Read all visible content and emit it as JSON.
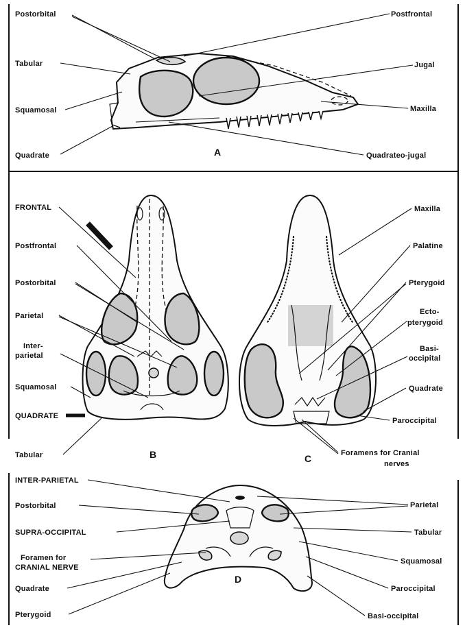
{
  "panels": {
    "a": {
      "letter": "A",
      "labels_left": [
        "Postorbital",
        "Tabular",
        "Squamosal",
        "Quadrate"
      ],
      "labels_right": [
        "Postfrontal",
        "Jugal",
        "Maxilla",
        "Quadrateo-jugal"
      ]
    },
    "b": {
      "letter": "B",
      "labels": [
        "FRONTAL",
        "Postfrontal",
        "Postorbital",
        "Parietal",
        "Inter-",
        "parietal",
        "Squamosal",
        "QUADRATE",
        "Tabular"
      ]
    },
    "c": {
      "letter": "C",
      "labels": [
        "Maxilla",
        "Palatine",
        "Pterygoid",
        "Ecto-",
        "pterygoid",
        "Basi-",
        "occipital",
        "Quadrate",
        "Paroccipital"
      ],
      "foramens_line1": "Foramens for Cranial",
      "foramens_line2": "nerves"
    },
    "d": {
      "letter": "D",
      "labels_left": [
        "INTER-PARIETAL",
        "Postorbital",
        "SUPRA-OCCIPITAL",
        "Foramen for",
        "CRANIAL NERVE",
        "Quadrate",
        "Pterygoid"
      ],
      "labels_right": [
        "Parietal",
        "Tabular",
        "Squamosal",
        "Paroccipital",
        "Basi-occipital"
      ]
    }
  }
}
